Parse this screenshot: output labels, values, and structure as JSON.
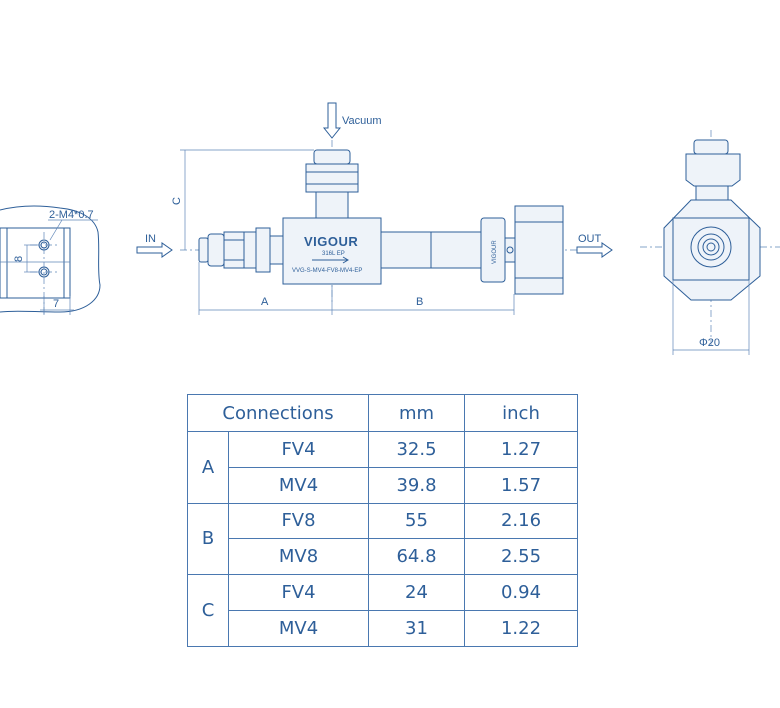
{
  "drawing": {
    "brand": "VIGOUR",
    "model_code": "VVG-S-MV4-FV8-MV4-EP",
    "sub_code": "316L EP",
    "side_brand": "VIGOUR",
    "thread_label": "2-M4*0.7",
    "dim_8": "8",
    "dim_7": "7",
    "dim_a": "A",
    "dim_b": "B",
    "dim_c": "C",
    "vacuum_label": "Vacuum",
    "in_label": "IN",
    "out_label": "OUT",
    "diameter_label": "Φ20"
  },
  "table": {
    "headers": [
      "Connections",
      "mm",
      "inch"
    ],
    "groups": [
      {
        "label": "A",
        "rows": [
          {
            "conn": "FV4",
            "mm": "32.5",
            "inch": "1.27"
          },
          {
            "conn": "MV4",
            "mm": "39.8",
            "inch": "1.57"
          }
        ]
      },
      {
        "label": "B",
        "rows": [
          {
            "conn": "FV8",
            "mm": "55",
            "inch": "2.16"
          },
          {
            "conn": "MV8",
            "mm": "64.8",
            "inch": "2.55"
          }
        ]
      },
      {
        "label": "C",
        "rows": [
          {
            "conn": "FV4",
            "mm": "24",
            "inch": "0.94"
          },
          {
            "conn": "MV4",
            "mm": "31",
            "inch": "1.22"
          }
        ]
      }
    ]
  }
}
